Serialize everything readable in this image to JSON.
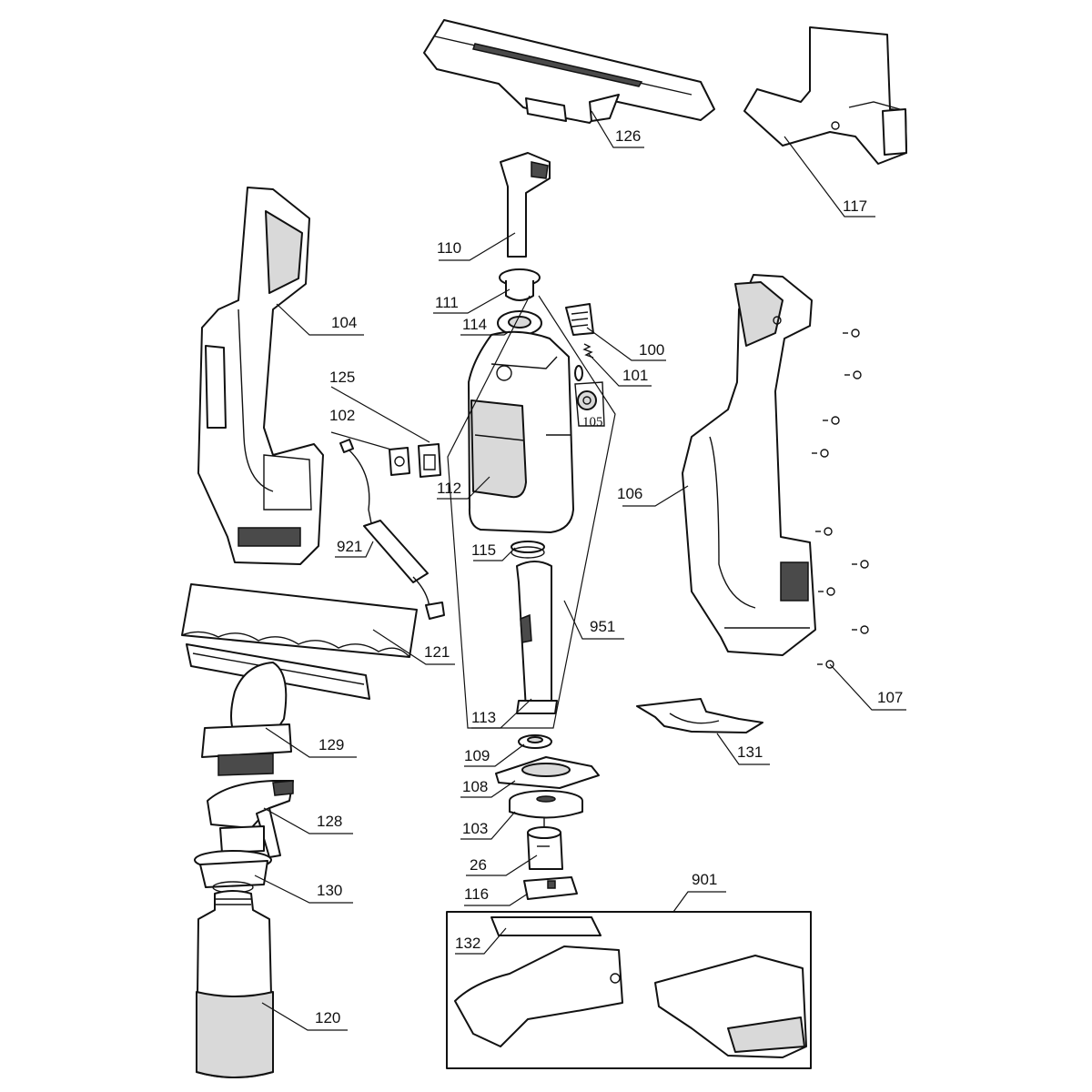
{
  "callouts": {
    "c100": "100",
    "c101": "101",
    "c102": "102",
    "c103": "103",
    "c104": "104",
    "c105": "105",
    "c106": "106",
    "c107": "107",
    "c108": "108",
    "c109": "109",
    "c110": "110",
    "c111": "111",
    "c112": "112",
    "c113": "113",
    "c114": "114",
    "c115": "115",
    "c116": "116",
    "c117": "117",
    "c120": "120",
    "c121": "121",
    "c125": "125",
    "c126": "126",
    "c128": "128",
    "c129": "129",
    "c130": "130",
    "c131": "131",
    "c132": "132",
    "c26": "26",
    "c901": "901",
    "c921": "921",
    "c951": "951"
  }
}
